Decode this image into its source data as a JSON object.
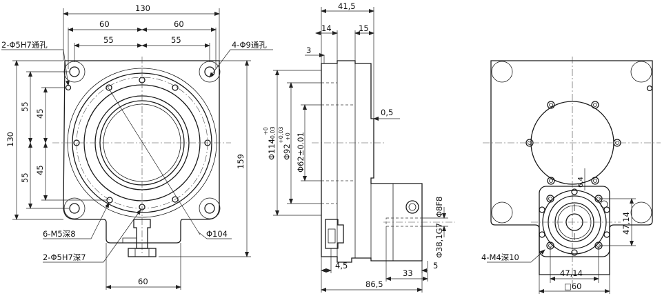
{
  "front_view": {
    "dims": {
      "overall_width": "130",
      "half_width_left": "60",
      "half_width_right": "60",
      "hole_half_left": "55",
      "hole_half_right": "55",
      "overall_height": "130",
      "left_upper_55": "55",
      "left_upper_45": "45",
      "left_lower_45": "45",
      "left_lower_55": "55",
      "right_height": "159",
      "bottom_width": "60"
    },
    "labels": {
      "pin_holes_through": "2-Φ5H7通孔",
      "mount_holes_through": "4-Φ9通孔",
      "threaded_holes": "6-M5深8",
      "pin_holes_blind": "2-Φ5H7深7",
      "pitch_diameter": "Φ104"
    }
  },
  "side_view": {
    "dims": {
      "overall_depth": "41,5",
      "flange_thickness": "14",
      "body_depth": "15",
      "step": "3",
      "gap": "0,5",
      "dia_114": "Φ114",
      "dia_114_tol_upper": "+0",
      "dia_114_tol_lower": "-0,03",
      "dia_92": "Φ92",
      "dia_92_tol_upper": "+0,03",
      "dia_92_tol_lower": "+0",
      "dia_62": "Φ62±0.01",
      "shaft_dia": "Φ8F8",
      "bore_dia": "Φ38,1G7",
      "offset_45": "4,5",
      "offset_5": "5",
      "length_33": "33",
      "length_865": "86,5"
    }
  },
  "back_view": {
    "dims": {
      "flange_dim_right": "47,14",
      "flange_dim_bottom": "47,14",
      "square": "□60",
      "small_64": "6,4"
    },
    "labels": {
      "tapped_holes": "4-M4深10"
    }
  }
}
